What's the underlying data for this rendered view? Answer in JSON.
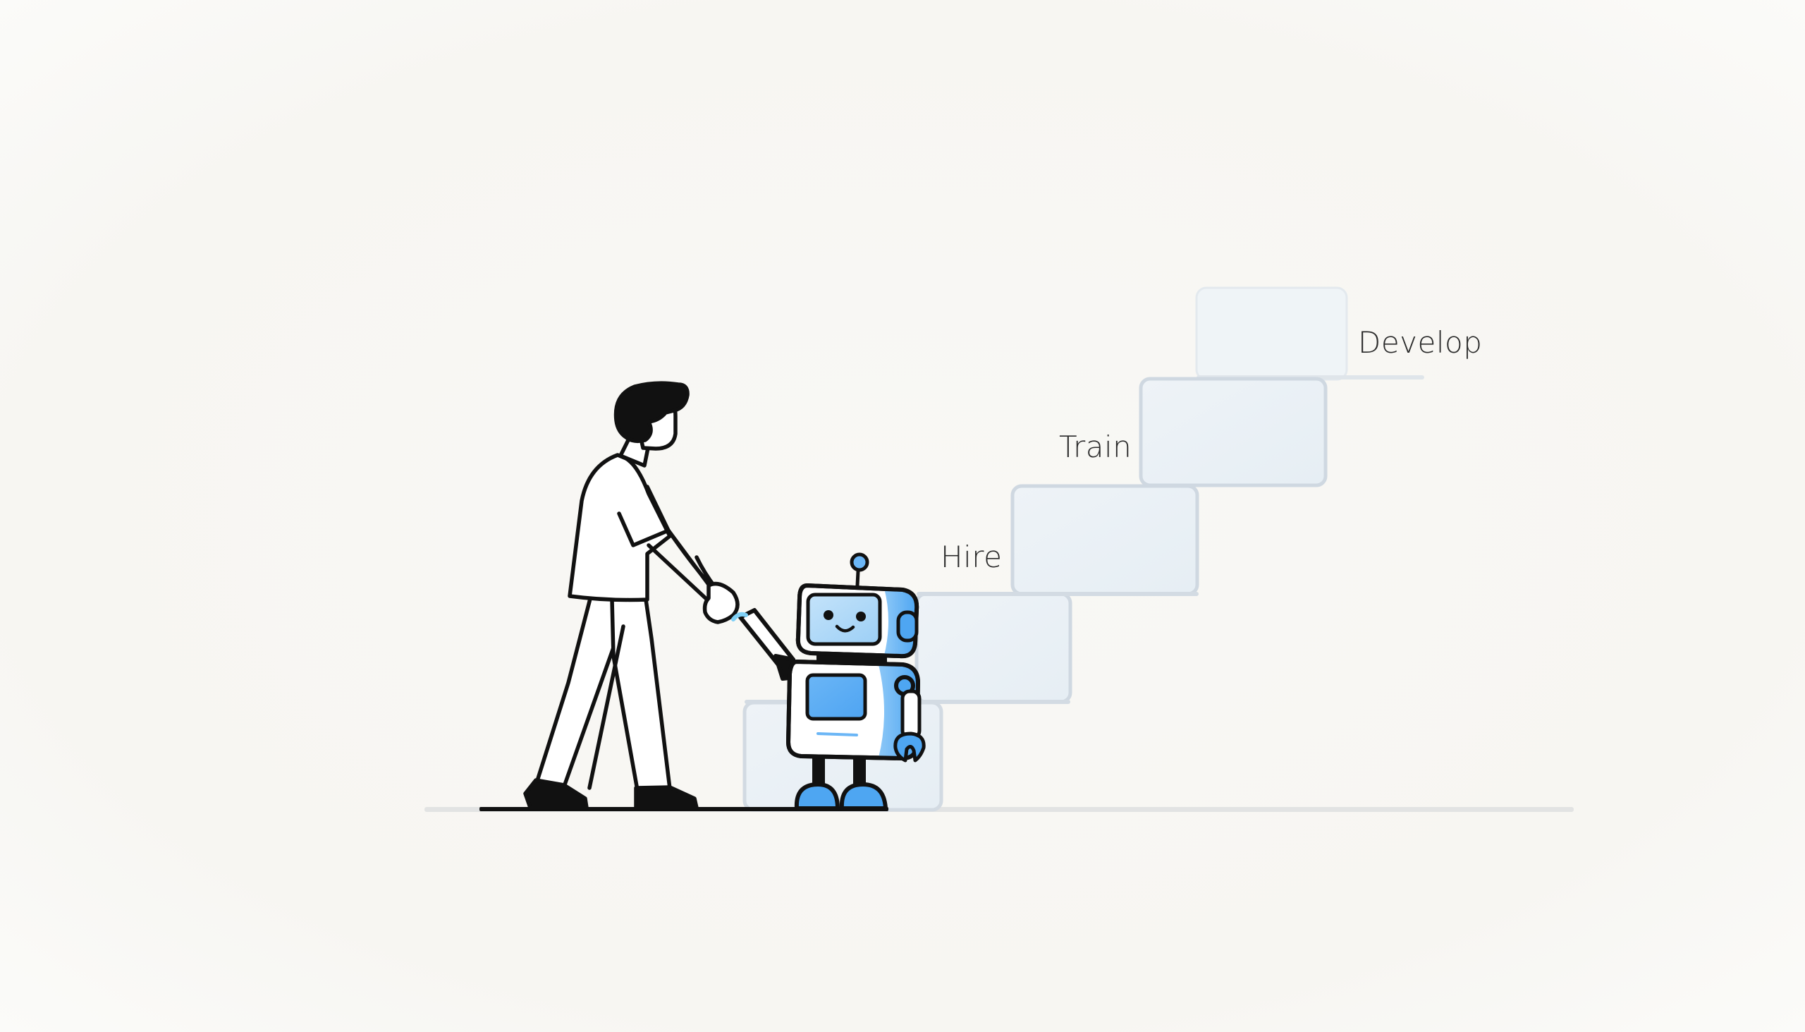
{
  "scene": {
    "description": "Person leading a small robot by the hand toward a staircase of development stages",
    "background_color": "#f8f7f3"
  },
  "steps": [
    {
      "id": "step-1",
      "label": ""
    },
    {
      "id": "step-2",
      "label": "Hire"
    },
    {
      "id": "step-3",
      "label": "Train"
    },
    {
      "id": "step-4",
      "label": "Develop"
    }
  ],
  "labels": {
    "hire": "Hire",
    "train": "Train",
    "develop": "Develop"
  },
  "colors": {
    "line": "#111111",
    "step_fill": "#ebf1f6",
    "step_border": "#cfd8e1",
    "robot_blue": "#5aaef5",
    "robot_light_blue": "#b7dcf8",
    "ground": "#e3e4e4"
  },
  "characters": {
    "person": "person-icon",
    "robot": "robot-icon"
  }
}
